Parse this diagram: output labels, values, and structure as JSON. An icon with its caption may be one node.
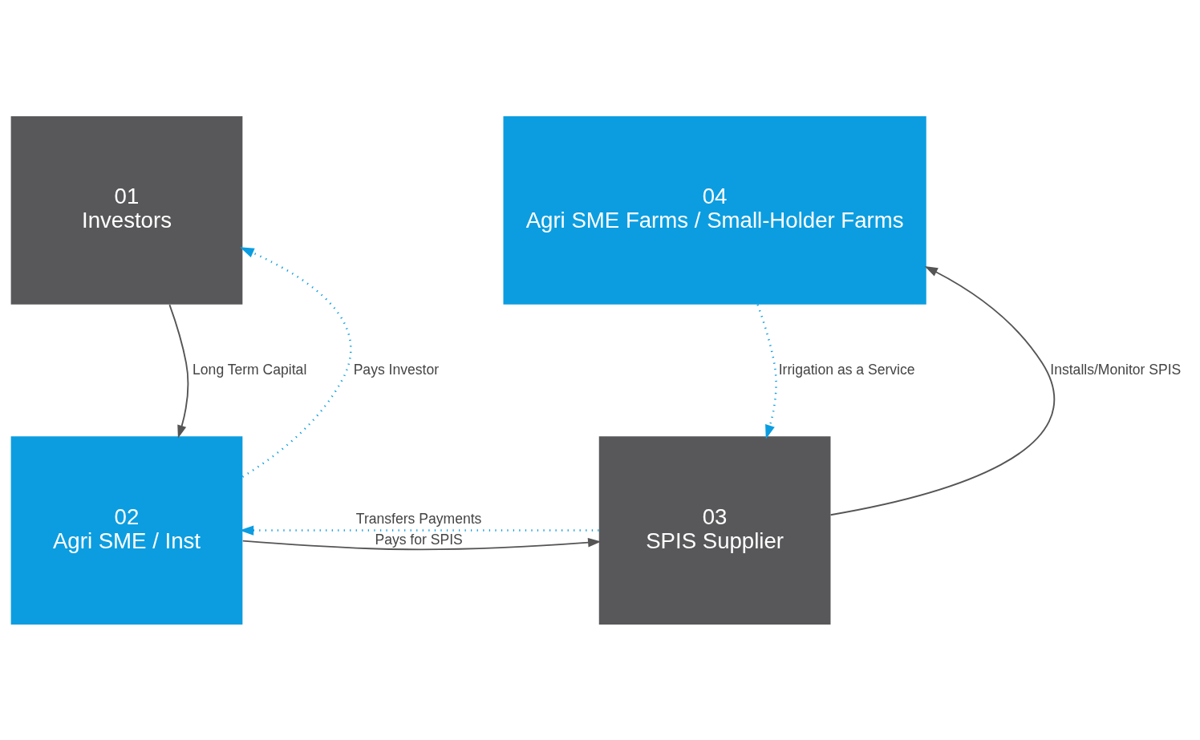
{
  "diagram": {
    "nodes": [
      {
        "text": [
          "01",
          "Investors"
        ]
      },
      {
        "text": [
          "04",
          "Agri SME Farms / Small-Holder Farms"
        ]
      },
      {
        "text": [
          "02",
          "Agri SME / Inst"
        ]
      },
      {
        "text": [
          "03",
          "SPIS Supplier"
        ]
      }
    ],
    "edges": [
      {
        "from": 0,
        "to": 2,
        "arrow": "to",
        "label": "Long Term Capital"
      },
      {
        "from": 2,
        "to": 0,
        "arrow": "to",
        "label": "Pays Investor",
        "style": "dashed",
        "color": "#0b9de0"
      },
      {
        "from": 3,
        "to": 1,
        "arrow": "to",
        "label": "Installs/Monitor SPIS"
      },
      {
        "from": 1,
        "to": 3,
        "arrow": "to",
        "label": "Irrigation as a Service",
        "style": "dashed",
        "color": "#0b9de0"
      },
      {
        "from": 2,
        "to": 3,
        "arrow": "to",
        "label": "Pays for SPIS"
      },
      {
        "from": 3,
        "to": 2,
        "arrow": "to",
        "label": "Transfers Payments",
        "style": "dashed",
        "color": "#0b9de0"
      }
    ]
  }
}
